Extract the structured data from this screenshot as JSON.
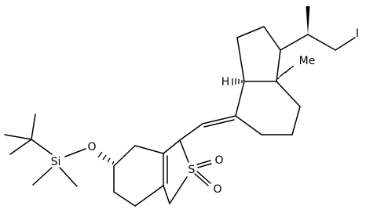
{
  "molecule": {
    "atoms": {
      "iodine": "I",
      "methyl": "Me",
      "hydrogen": "H",
      "oxygen": "O",
      "silicon": "Si",
      "sulfur": "S",
      "sulfonyl_oxygen_1": "O",
      "sulfonyl_oxygen_2": "O"
    }
  }
}
